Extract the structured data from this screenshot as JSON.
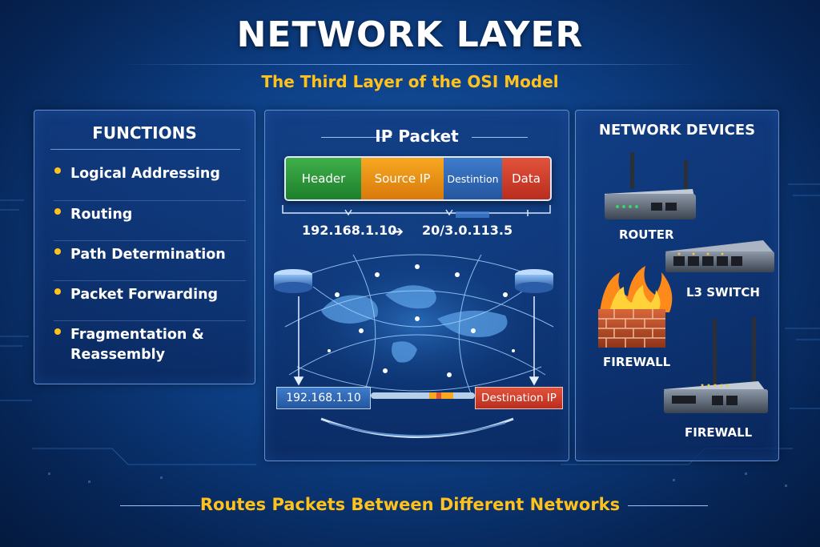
{
  "title": "NETWORK LAYER",
  "subtitle": "The Third Layer of the OSI Model",
  "functions": {
    "heading": "FUNCTIONS",
    "items": [
      "Logical Addressing",
      "Routing",
      "Path Determination",
      "Packet Forwarding",
      "Fragmentation & Reassembly"
    ]
  },
  "packet": {
    "heading": "IP Packet",
    "segments": [
      "Header",
      "Source IP",
      "Destintion",
      "Data"
    ],
    "source_address": "192.168.1.10",
    "dest_address": "20/3.0.113.5",
    "source_box": "192.168.1.10",
    "dest_box": "Destination IP"
  },
  "devices": {
    "heading": "NETWORK DEVICES",
    "labels": [
      "ROUTER",
      "L3 SWITCH",
      "FIREWALL",
      "FIREWALL"
    ]
  },
  "footer": "Routes Packets Between Different Networks"
}
